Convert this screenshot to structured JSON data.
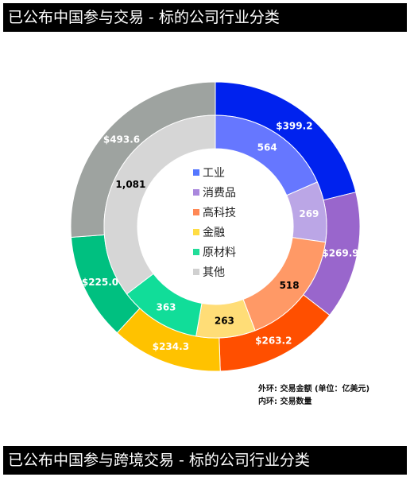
{
  "header": {
    "title": "已公布中国参与交易 - 标的公司行业分类",
    "bottom_title": "已公布中国参与跨境交易 -  标的公司行业分类"
  },
  "notes": {
    "outer": "外环: 交易金额 (单位：亿美元)",
    "inner": "内环: 交易数量"
  },
  "chart_data": {
    "type": "pie",
    "subtype": "double-donut",
    "categories": [
      "工业",
      "消费品",
      "高科技",
      "金融",
      "原材料",
      "其他"
    ],
    "series": [
      {
        "ring": "outer",
        "values": [
          399.2,
          269.9,
          263.2,
          234.3,
          225.0,
          493.6
        ],
        "labels": [
          "$399.2",
          "$269.9",
          "$263.2",
          "$234.3",
          "$225.0",
          "$493.6"
        ],
        "colors": [
          "#0022ee",
          "#9966cc",
          "#ff4f00",
          "#ffc200",
          "#00c080",
          "#9ea3a0"
        ]
      },
      {
        "ring": "inner",
        "values": [
          564,
          269,
          518,
          263,
          363,
          1081
        ],
        "labels": [
          "564",
          "269",
          "518",
          "263",
          "363",
          "1,081"
        ],
        "colors": [
          "#6677ff",
          "#bba6e6",
          "#ff9966",
          "#ffdd77",
          "#11dd99",
          "#d6d6d6"
        ]
      }
    ],
    "legend": {
      "position": "center",
      "colors": [
        "#5577ff",
        "#aa88dd",
        "#ff8855",
        "#ffdd44",
        "#22dd99",
        "#d0d0d0"
      ]
    },
    "label_colors": {
      "outer": "#ffffff",
      "inner": [
        "#ffffff",
        "#ffffff",
        "#000000",
        "#000000",
        "#ffffff",
        "#000000"
      ]
    }
  }
}
